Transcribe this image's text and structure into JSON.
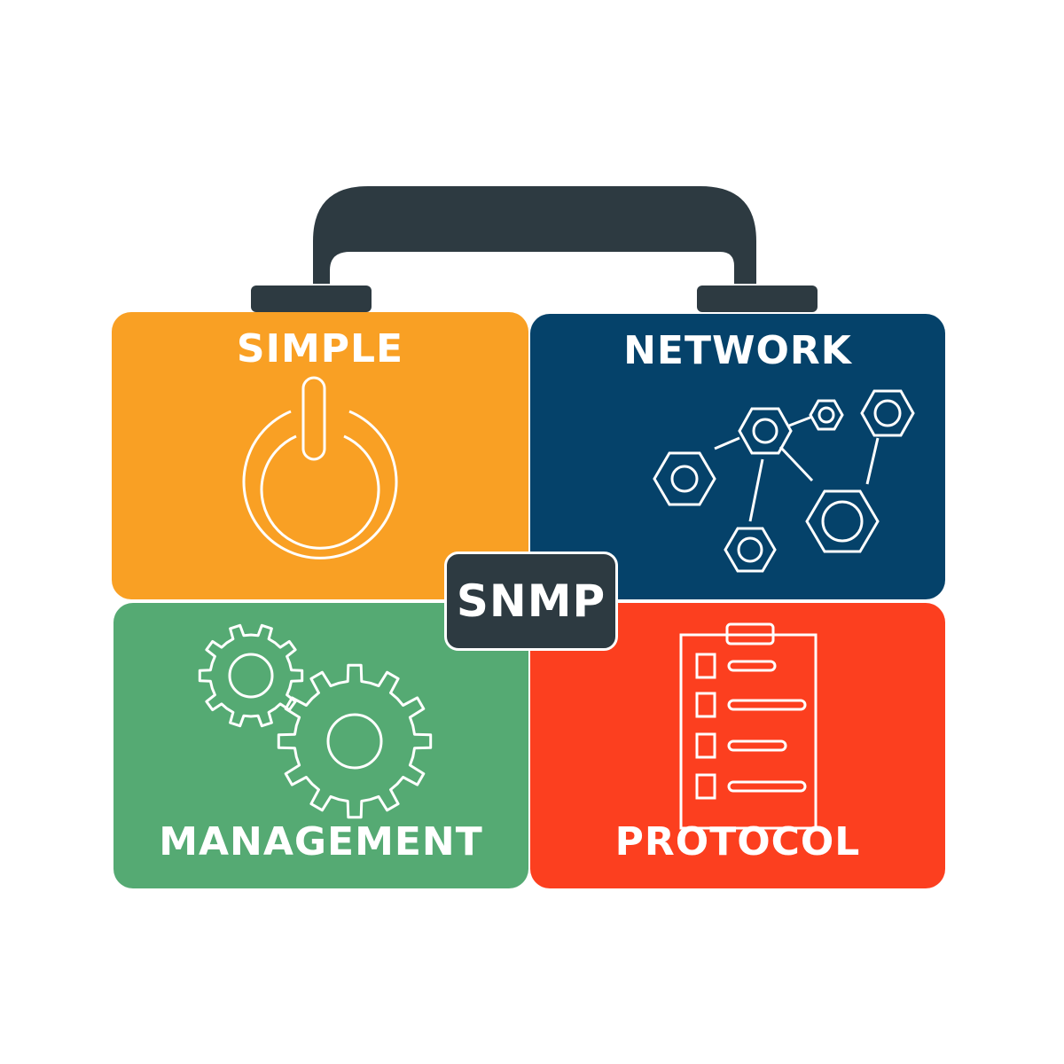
{
  "diagram": {
    "center_label": "SNMP",
    "panels": {
      "simple": {
        "label": "SIMPLE",
        "icon": "power-icon",
        "color": "#F9A024"
      },
      "network": {
        "label": "NETWORK",
        "icon": "network-nodes-icon",
        "color": "#05426A"
      },
      "management": {
        "label": "MANAGEMENT",
        "icon": "gears-icon",
        "color": "#55AA73"
      },
      "protocol": {
        "label": "PROTOCOL",
        "icon": "checklist-clipboard-icon",
        "color": "#FC3F1F"
      }
    },
    "handle_color": "#2D3A41"
  }
}
